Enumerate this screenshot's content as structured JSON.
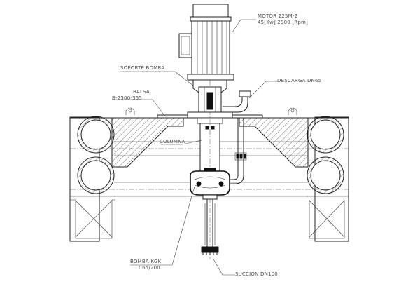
{
  "labels": {
    "motor_line1": "MOTOR 225M-2",
    "motor_line2": "45[Kw] 2900 [Rpm]",
    "soporte": "SOPORTE BOMBA",
    "balsa_line1": "BALSA",
    "balsa_line2": "B-2500-355",
    "descarga": "DESCARGA DN65",
    "columna": "COLUMNA",
    "bomba_line1": "BOMBA KGK",
    "bomba_line2": "C65/200",
    "succion": "SUCCION DN100"
  }
}
